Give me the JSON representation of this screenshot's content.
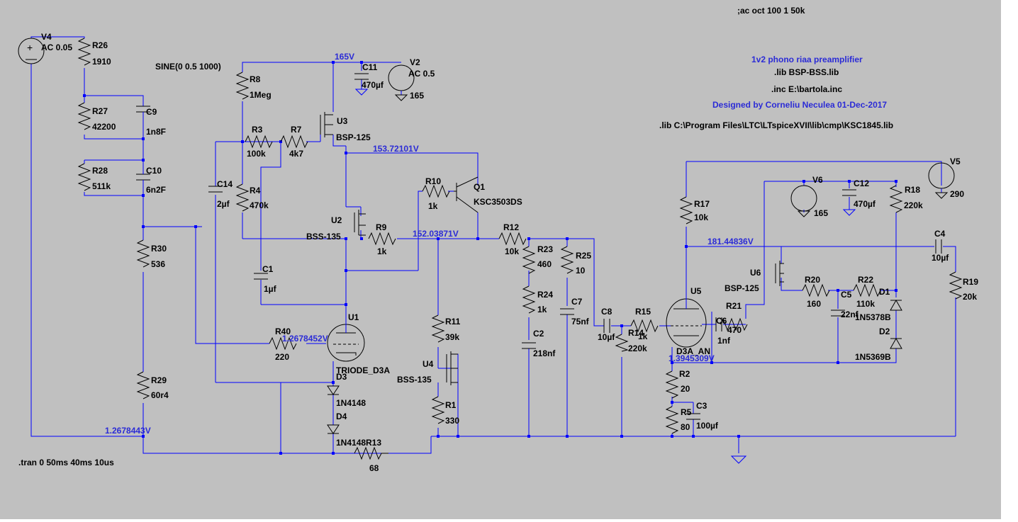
{
  "directives": {
    "ac": ";ac oct 100 1 50k",
    "title": "1v2 phono riaa preamplifier",
    "lib1": ".lib BSP-BSS.lib",
    "inc": ".inc E:\\bartola.inc",
    "designer": "Designed by Corneliu Neculea 01-Dec-2017",
    "lib2": ".lib C:\\Program Files\\LTC\\LTspiceXVII\\lib\\cmp\\KSC1845.lib",
    "tran": ".tran 0 50ms 40ms 10us",
    "sine": "SINE(0 0.5 1000)"
  },
  "voltages": {
    "v165": "165V",
    "v153": "153.72101V",
    "v152": "152.03871V",
    "v181": "181.44836V",
    "v1_2678452": "1.2678452V",
    "v1_3945": "1.3945309V",
    "v1_2678443": "1.2678443V"
  },
  "components": {
    "V4": {
      "ref": "V4",
      "val": "AC 0.05"
    },
    "V2": {
      "ref": "V2",
      "val": "AC 0.5",
      "dc": "165"
    },
    "V5": {
      "ref": "V5",
      "val": "290"
    },
    "V6": {
      "ref": "V6",
      "val": "165"
    },
    "R26": {
      "ref": "R26",
      "val": "1910"
    },
    "R27": {
      "ref": "R27",
      "val": "42200"
    },
    "R28": {
      "ref": "R28",
      "val": "511k"
    },
    "R30": {
      "ref": "R30",
      "val": "536"
    },
    "R29": {
      "ref": "R29",
      "val": "60r4"
    },
    "C9": {
      "ref": "C9",
      "val": "1n8F"
    },
    "C10": {
      "ref": "C10",
      "val": "6n2F"
    },
    "R8": {
      "ref": "R8",
      "val": "1Meg"
    },
    "R3": {
      "ref": "R3",
      "val": "100k"
    },
    "R7": {
      "ref": "R7",
      "val": "4k7"
    },
    "R4": {
      "ref": "R4",
      "val": "470k"
    },
    "C14": {
      "ref": "C14",
      "val": "2µf"
    },
    "C1": {
      "ref": "C1",
      "val": "1µf"
    },
    "C11": {
      "ref": "C11",
      "val": "470µf"
    },
    "U3": {
      "ref": "U3",
      "val": "BSP-125"
    },
    "U2": {
      "ref": "U2",
      "val": "BSS-135"
    },
    "R9": {
      "ref": "R9",
      "val": "1k"
    },
    "R10": {
      "ref": "R10",
      "val": "1k"
    },
    "Q1": {
      "ref": "Q1",
      "val": "KSC3503DS"
    },
    "R40": {
      "ref": "R40",
      "val": "220"
    },
    "U1": {
      "ref": "U1",
      "val": "TRIODE_D3A"
    },
    "D3": {
      "ref": "D3",
      "val": "1N4148"
    },
    "D4": {
      "ref": "D4",
      "val": "1N4148"
    },
    "R13": {
      "ref": "R13",
      "val": "68"
    },
    "R11": {
      "ref": "R11",
      "val": "39k"
    },
    "U4": {
      "ref": "U4",
      "val": "BSS-135"
    },
    "R1": {
      "ref": "R1",
      "val": "330"
    },
    "R12": {
      "ref": "R12",
      "val": "10k"
    },
    "R23": {
      "ref": "R23",
      "val": "460"
    },
    "R24": {
      "ref": "R24",
      "val": "1k"
    },
    "C2": {
      "ref": "C2",
      "val": "218nf"
    },
    "R25": {
      "ref": "R25",
      "val": "10"
    },
    "C7": {
      "ref": "C7",
      "val": "75nf"
    },
    "C8": {
      "ref": "C8",
      "val": "10µf"
    },
    "R15": {
      "ref": "R15",
      "val": "1k"
    },
    "R14": {
      "ref": "R14",
      "val": "220k"
    },
    "U5": {
      "ref": "U5",
      "val": "D3A_AN"
    },
    "C6": {
      "ref": "C6",
      "val": "1nf"
    },
    "R21": {
      "ref": "R21",
      "val": "470"
    },
    "R2": {
      "ref": "R2",
      "val": "20"
    },
    "R5": {
      "ref": "R5",
      "val": "80"
    },
    "C3": {
      "ref": "C3",
      "val": "100µf"
    },
    "R17": {
      "ref": "R17",
      "val": "10k"
    },
    "U6": {
      "ref": "U6",
      "val": "BSP-125"
    },
    "R20": {
      "ref": "R20",
      "val": "160"
    },
    "R22": {
      "ref": "R22",
      "val": "110k"
    },
    "C5": {
      "ref": "C5",
      "val": "22nf"
    },
    "C12": {
      "ref": "C12",
      "val": "470µf"
    },
    "R18": {
      "ref": "R18",
      "val": "220k"
    },
    "D1": {
      "ref": "D1",
      "val": "1N5378B"
    },
    "D2": {
      "ref": "D2",
      "val": "1N5369B"
    },
    "C4": {
      "ref": "C4",
      "val": "10µf"
    },
    "R19": {
      "ref": "R19",
      "val": "20k"
    }
  }
}
